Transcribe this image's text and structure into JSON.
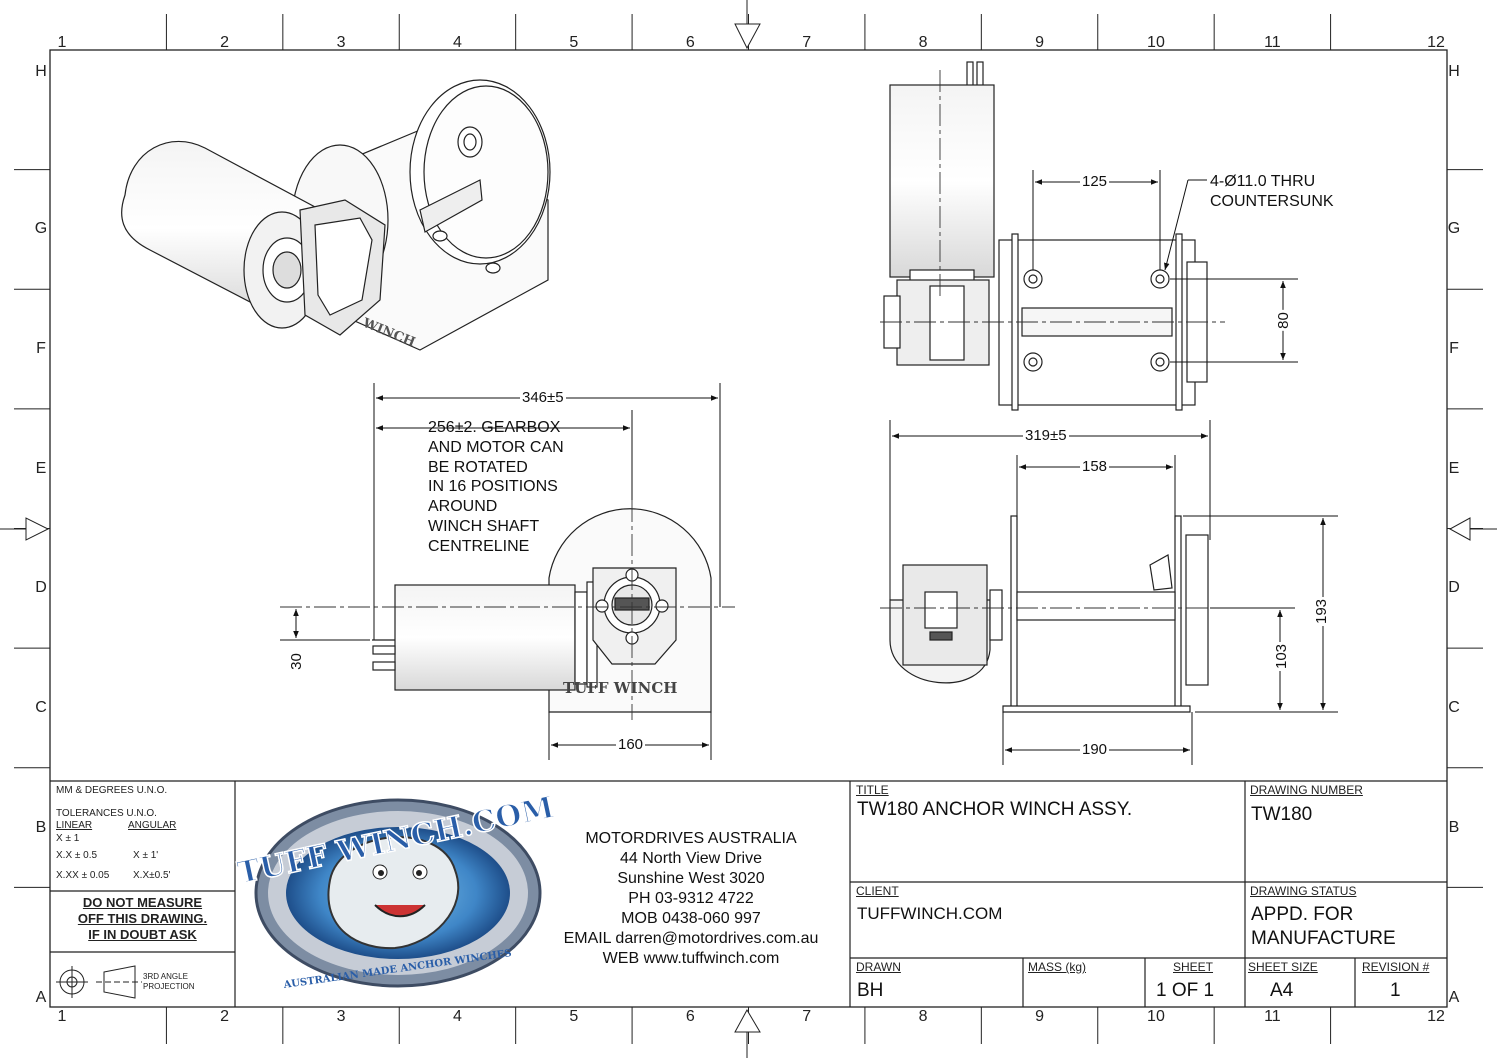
{
  "zone_cols": [
    "1",
    "2",
    "3",
    "4",
    "5",
    "6",
    "7",
    "8",
    "9",
    "10",
    "11",
    "12"
  ],
  "zone_rows": [
    "H",
    "G",
    "F",
    "E",
    "D",
    "C",
    "B",
    "A"
  ],
  "notes": {
    "gearbox_lines": [
      "256±2. GEARBOX",
      "AND MOTOR CAN",
      "BE ROTATED",
      "IN 16 POSITIONS",
      "AROUND",
      "WINCH SHAFT",
      "CENTRELINE"
    ],
    "hole_lines": [
      "4-Ø11.0 THRU",
      "COUNTERSUNK"
    ]
  },
  "dims": {
    "overall_length": "346±5",
    "motor_offset": "30",
    "base_width": "160",
    "hole_spacing_x": "125",
    "hole_spacing_y": "80",
    "overall_width": "319±5",
    "drum_width": "158",
    "base_length": "190",
    "overall_height": "193",
    "shaft_height": "103"
  },
  "engraving": "TUFF WINCH",
  "tolerances": {
    "heading": "MM & DEGREES U.N.O.",
    "tol_heading": "TOLERANCES U.N.O.",
    "linear": "LINEAR",
    "angular": "ANGULAR",
    "r1_lin": "X ± 1",
    "r2_lin": "X.X ± 0.5",
    "r2_ang": "X ± 1'",
    "r3_lin": "X.XX ± 0.05",
    "r3_ang": "X.X±0.5'",
    "warning": [
      "DO NOT MEASURE",
      "OFF THIS DRAWING.",
      "IF IN DOUBT ASK"
    ],
    "projection": [
      "3RD ANGLE",
      "PROJECTION"
    ]
  },
  "logo": {
    "main": "TUFF WINCH.COM",
    "sub": "AUSTRALIAN MADE ANCHOR WINCHES"
  },
  "company": {
    "lines": [
      "MOTORDRIVES AUSTRALIA",
      "44 North View Drive",
      "Sunshine West 3020",
      "PH 03-9312 4722",
      "MOB 0438-060 997",
      "EMAIL darren@motordrives.com.au",
      "WEB www.tuffwinch.com"
    ]
  },
  "title_block": {
    "title_cap": "TITLE",
    "title": "TW180 ANCHOR WINCH ASSY.",
    "drawing_number_cap": "DRAWING NUMBER",
    "drawing_number": "TW180",
    "client_cap": "CLIENT",
    "client": "TUFFWINCH.COM",
    "status_cap": "DRAWING STATUS",
    "status": [
      "APPD. FOR",
      "MANUFACTURE"
    ],
    "drawn_cap": "DRAWN",
    "drawn": "BH",
    "mass_cap": "MASS (kg)",
    "sheet_cap": "SHEET",
    "sheet": "1  OF 1",
    "size_cap": "SHEET SIZE",
    "size": "A4",
    "rev_cap": "REVISION #",
    "rev": "1"
  }
}
